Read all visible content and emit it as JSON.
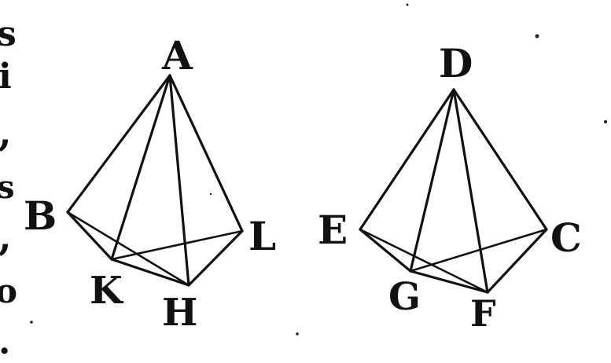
{
  "figure": {
    "pyramid_left": {
      "apex_label": "A",
      "base_labels": [
        "B",
        "K",
        "H",
        "L"
      ]
    },
    "pyramid_right": {
      "apex_label": "D",
      "base_labels": [
        "E",
        "G",
        "F",
        "C"
      ]
    },
    "margin_fragments": [
      "s",
      "i",
      ",",
      "s",
      ",",
      "o",
      "."
    ]
  },
  "colors": {
    "ink": "#111111",
    "paper": "#ffffff"
  }
}
